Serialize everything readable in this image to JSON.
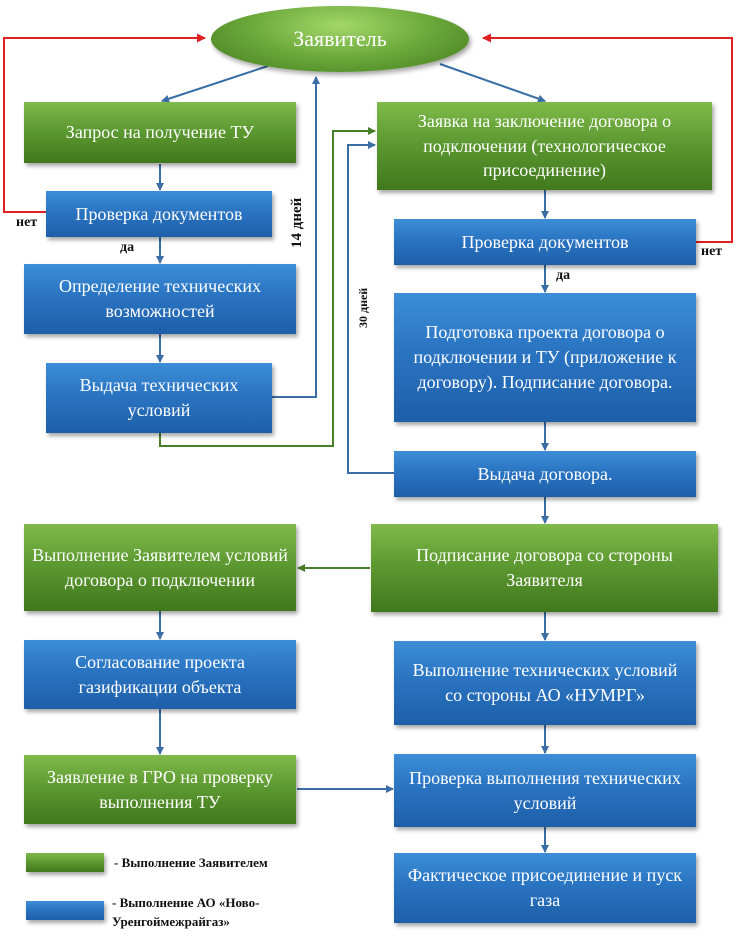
{
  "applicant": "Заявитель",
  "left": {
    "request_tu": "Запрос на получение ТУ",
    "check_docs": "Проверка документов",
    "tech_possibilities": "Определение технических возможностей",
    "issue_tu": "Выдача технических условий",
    "fulfill_conditions": "Выполнение Заявителем условий договора о подключении",
    "approval_project": "Согласование проекта газификации объекта",
    "application_gro": "Заявление в ГРО на проверку выполнения ТУ"
  },
  "right": {
    "contract_request": "Заявка на заключение договора о подключении (технологическое присоединение)",
    "check_docs": "Проверка документов",
    "prepare_contract": "Подготовка проекта договора о подключении и ТУ (приложение к договору). Подписание договора.",
    "issue_contract": "Выдача договора.",
    "sign_contract": "Подписание договора со стороны Заявителя",
    "tech_conditions_numrg": "Выполнение технических условий со стороны АО «НУМРГ»",
    "check_fulfillment": "Проверка выполнения технических условий",
    "connection": "Фактическое присоединение и пуск газа"
  },
  "labels": {
    "no_left": "нет",
    "yes_left": "да",
    "no_right": "нет",
    "yes_right": "да",
    "days_14": "14 дней",
    "days_30": "30 дней"
  },
  "legend": {
    "green_text": "- Выполнение Заявителем",
    "blue_text": "- Выполнение АО «Ново-Уренгоймежрайгаз»"
  },
  "colors": {
    "blue": "#2a74c2",
    "green": "#5e9a32",
    "arrow_blue": "#3a6ea5",
    "arrow_green": "#4a7f2a",
    "arrow_red": "#e02020"
  }
}
